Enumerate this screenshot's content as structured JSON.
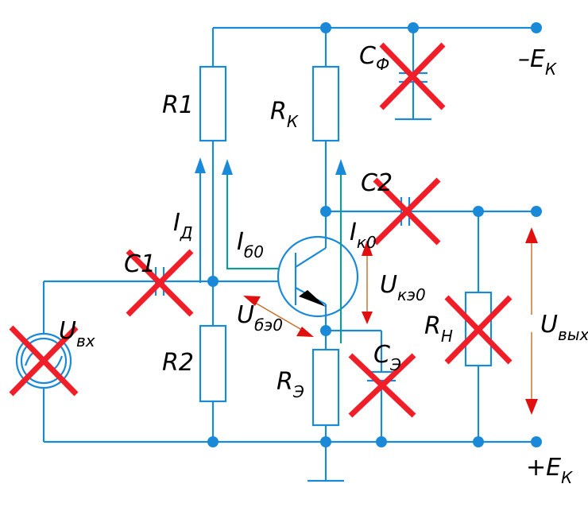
{
  "colors": {
    "wire": "#1a8ad8",
    "node": "#1a8ad8",
    "teal": "#139a98",
    "cross": "#f01e28",
    "arrow_red": "#e01010",
    "arrow_brown": "#c86a20",
    "emitter_arrow": "#000000"
  },
  "labels": {
    "r1": "R1",
    "r2": "R2",
    "rk_main": "R",
    "rk_sub": "К",
    "re_main": "R",
    "re_sub": "Э",
    "rn_main": "R",
    "rn_sub": "Н",
    "cf_main": "C",
    "cf_sub": "Ф",
    "c1": "C1",
    "c2": "C2",
    "ce_main": "C",
    "ce_sub": "Э",
    "ek_top": "–E",
    "ek_top_sub": "К",
    "ek_bot": "+E",
    "ek_bot_sub": "К",
    "id_main": "I",
    "id_sub": "Д",
    "ib_main": "I",
    "ib_sub": "б0",
    "ik_main": "I",
    "ik_sub": "к0",
    "ube_main": "U",
    "ube_sub": "бэ0",
    "uke_main": "U",
    "uke_sub": "кэ0",
    "uin_main": "U",
    "uin_sub": "вх",
    "uout_main": "U",
    "uout_sub": "вых"
  }
}
